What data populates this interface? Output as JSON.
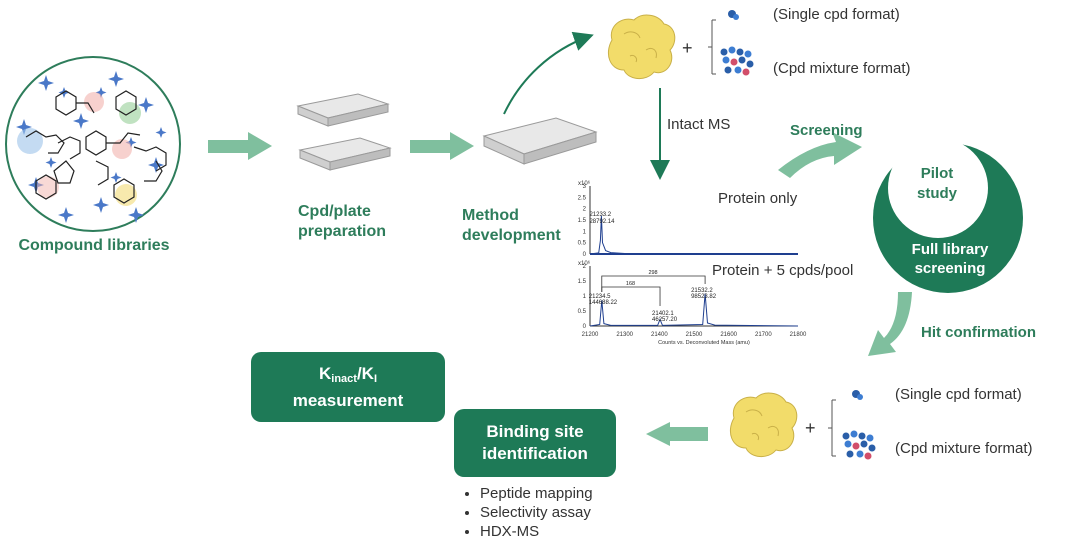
{
  "labels": {
    "compound_libraries": "Compound libraries",
    "cpd_plate_line1": "Cpd/plate",
    "cpd_plate_line2": "preparation",
    "method_line1": "Method",
    "method_line2": "development",
    "intact_ms": "Intact MS",
    "screening": "Screening",
    "pilot_line1": "Pilot",
    "pilot_line2": "study",
    "full_line1": "Full library",
    "full_line2": "screening",
    "hit_confirmation": "Hit confirmation",
    "plus": "+",
    "single_cpd_format": "(Single cpd format)",
    "cpd_mixture_format": "(Cpd mixture format)"
  },
  "boxes": {
    "kinact_main": "K",
    "kinact_sub": "inact",
    "kinact_slash": "/K",
    "kinact_sub2": "I",
    "kinact_line2": "measurement",
    "binding_line1": "Binding site",
    "binding_line2": "identification"
  },
  "bullets": [
    "Peptide mapping",
    "Selectivity assay",
    "HDX-MS"
  ],
  "colors": {
    "dark_green": "#1e7a57",
    "light_green": "#7fbf9e",
    "text_green": "#2e7d5b",
    "spectrum_blue": "#1f3f8f",
    "protein_yellow": "#f2dc6a"
  },
  "chart_data": [
    {
      "type": "line",
      "title": "Protein only",
      "y_multiplier_label": "x10⁶",
      "ylim": [
        0,
        3
      ],
      "yticks": [
        "0",
        "0.5",
        "1",
        "1.5",
        "2",
        "2.5",
        "3"
      ],
      "peak_labels": [
        "21233.2",
        "28792.14"
      ],
      "series": [
        {
          "x": [
            21200,
            21225,
            21230,
            21233,
            21236,
            21245,
            21260,
            21300,
            21500,
            21800
          ],
          "y": [
            0,
            0.05,
            0.6,
            1.7,
            0.5,
            0.15,
            0.06,
            0.02,
            0.01,
            0
          ]
        }
      ]
    },
    {
      "type": "line",
      "title": "Protein + 5 cpds/pool",
      "y_multiplier_label": "x10⁶",
      "ylim": [
        0,
        2
      ],
      "yticks": [
        "0",
        "0.5",
        "1",
        "1.5",
        "2"
      ],
      "xticks": [
        "21200",
        "21300",
        "21400",
        "21500",
        "21600",
        "21700",
        "21800"
      ],
      "xlabel": "Counts vs. Deconvoluted Mass (amu)",
      "peak_labels": [
        "21234.5",
        "144688.22",
        "21402.1",
        "46257.20",
        "21532.2",
        "98523.82"
      ],
      "bracket_labels": [
        "298",
        "168"
      ],
      "series": [
        {
          "x": [
            21200,
            21228,
            21234,
            21240,
            21260,
            21395,
            21402,
            21409,
            21525,
            21532,
            21539,
            21560,
            21800
          ],
          "y": [
            0,
            0.05,
            0.85,
            0.08,
            0.02,
            0.02,
            0.22,
            0.02,
            0.05,
            1.08,
            0.1,
            0.03,
            0
          ]
        }
      ]
    }
  ]
}
